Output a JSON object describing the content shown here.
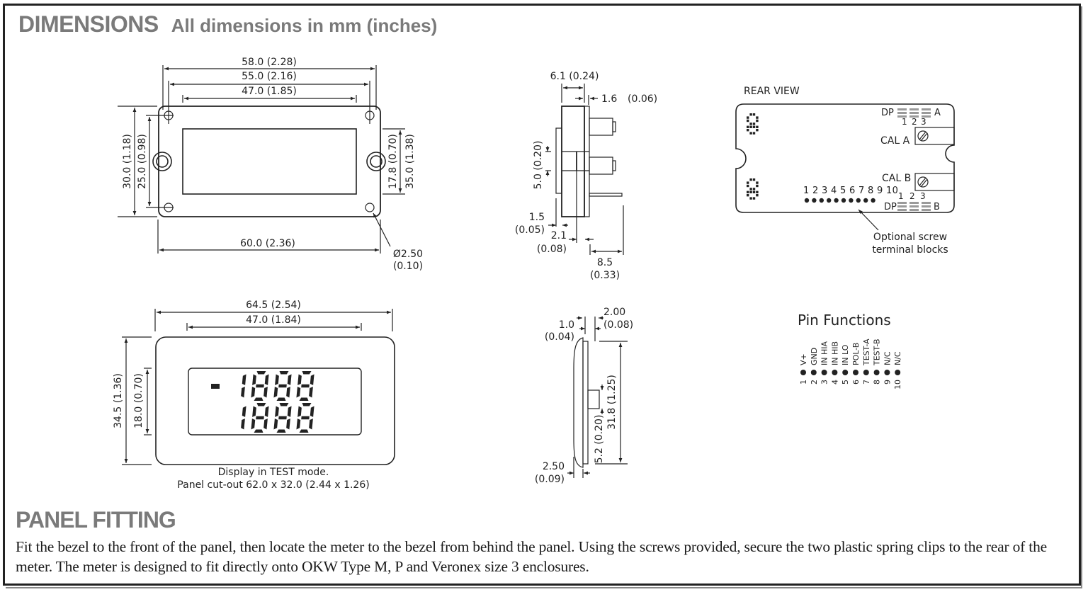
{
  "header": {
    "title": "DIMENSIONS",
    "subtitle": "All dimensions in mm (inches)"
  },
  "front_view": {
    "dim_overall_width": "58.0  (2.28)",
    "dim_hole_spacing": "55.0  (2.16)",
    "dim_window_width": "47.0  (1.85)",
    "dim_bottom_width": "60.0  (2.36)",
    "dim_height_outer": "30.0  (1.18)",
    "dim_height_holes": "25.0  (0.98)",
    "dim_right_inner": "17.8  (0.70)",
    "dim_right_outer": "35.0  (1.38)",
    "hole_diameter": "Ø2.50",
    "hole_diameter_in": "(0.10)"
  },
  "side_view": {
    "dim_depth": "6.1  (0.24)",
    "dim_pcb": "1.6",
    "dim_pcb_in": "(0.06)",
    "dim_gap": "5.0  (0.20)",
    "dim_a": "1.5",
    "dim_a_in": "(0.05)",
    "dim_b": "2.1",
    "dim_b_in": "(0.08)",
    "dim_pins": "8.5",
    "dim_pins_in": "(0.33)"
  },
  "rear_view": {
    "title": "REAR  VIEW",
    "dp_a_label": "DP",
    "dp_a_suffix": "A",
    "dp_b_label": "DP",
    "dp_b_suffix": "B",
    "dp_numbers": [
      "1",
      "2",
      "3"
    ],
    "cal_a": "CAL A",
    "cal_b": "CAL B",
    "terminal_numbers": "1 2 3 4 5 6 7 8 9 10",
    "note_line1": "Optional  screw",
    "note_line2": "terminal  blocks"
  },
  "bezel_view": {
    "dim_width": "64.5  (2.54)",
    "dim_window": "47.0  (1.84)",
    "dim_height": "34.5 (1.36)",
    "dim_window_height": "18.0 (0.70)",
    "display_line1": "-1888",
    "display_line2": "1888",
    "caption1": "Display  in  TEST  mode.",
    "caption2": "Panel  cut-out  62.0  x  32.0  (2.44  x  1.26)"
  },
  "bezel_side_view": {
    "dim_lip": "2.00",
    "dim_lip_in": "(0.08)",
    "dim_thick": "1.0",
    "dim_thick_in": "(0.04)",
    "dim_height": "31.8  (1.25)",
    "dim_clip": "5.2  (0.20)",
    "dim_base": "2.50",
    "dim_base_in": "(0.09)"
  },
  "pin_functions": {
    "title": "Pin Functions",
    "pins": [
      {
        "num": "1",
        "name": "V+"
      },
      {
        "num": "2",
        "name": "GND"
      },
      {
        "num": "3",
        "name": "IN HIA"
      },
      {
        "num": "4",
        "name": "IN HIB"
      },
      {
        "num": "5",
        "name": "IN LO"
      },
      {
        "num": "6",
        "name": "POL-B"
      },
      {
        "num": "7",
        "name": "TEST-A"
      },
      {
        "num": "8",
        "name": "TEST-B"
      },
      {
        "num": "9",
        "name": "N/C"
      },
      {
        "num": "10",
        "name": "N/C"
      }
    ]
  },
  "panel_fitting": {
    "title": "PANEL FITTING",
    "text": "Fit the bezel to the front of the panel, then locate the meter to the bezel from behind the panel.  Using the screws provided, secure the two plastic spring clips to the rear of the meter. The meter is designed to fit directly onto OKW Type M, P and Veronex size 3 enclosures."
  },
  "colors": {
    "heading": "#7a7a7a",
    "line": "#222222",
    "dp_pad": "#9a9a9a"
  }
}
